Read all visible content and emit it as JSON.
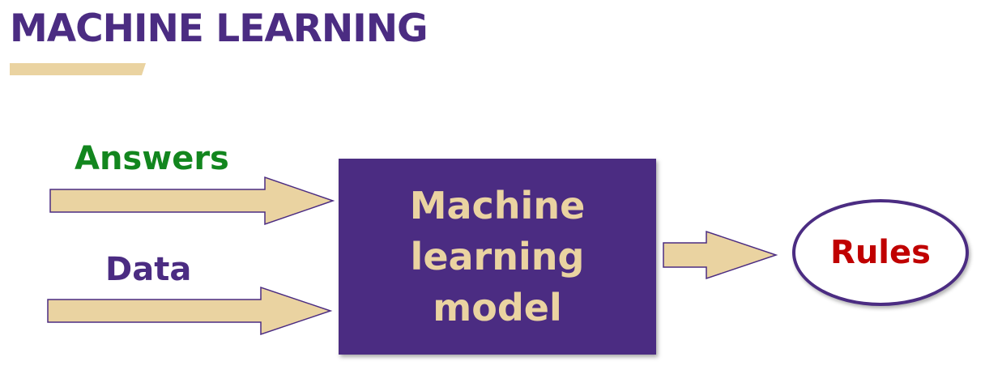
{
  "header": {
    "title": "MACHINE LEARNING"
  },
  "diagram": {
    "inputs": [
      {
        "label": "Answers"
      },
      {
        "label": "Data"
      }
    ],
    "model_label": "Machine\nlearning\nmodel",
    "output_label": "Rules"
  },
  "colors": {
    "title": "#4b2c82",
    "accent_tan": "#ead3a1",
    "model_box": "#4b2c82",
    "answers_text": "#12861e",
    "data_text": "#4b2c82",
    "rules_text": "#c00000"
  },
  "icons": [
    "right-arrow-icon"
  ]
}
